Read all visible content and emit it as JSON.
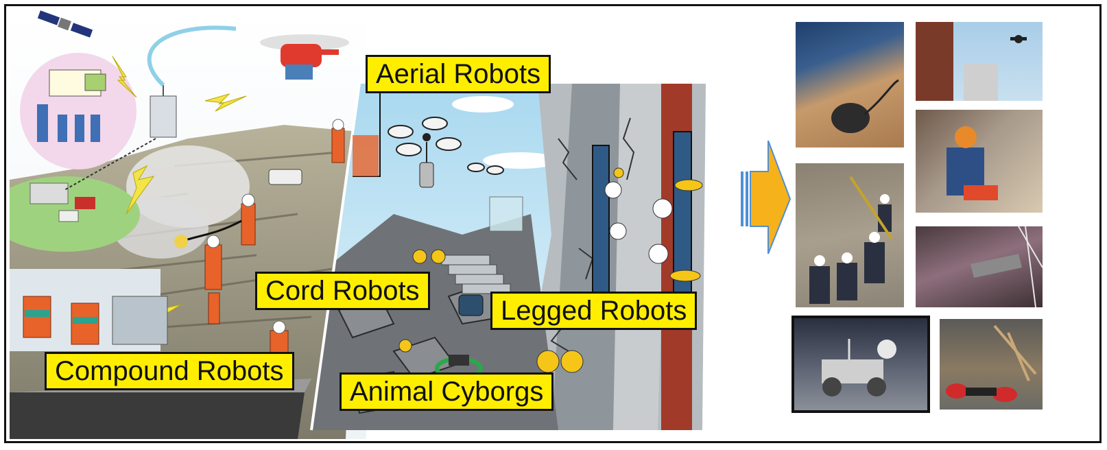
{
  "labels": {
    "aerial": "Aerial Robots",
    "cord": "Cord Robots",
    "legged": "Legged Robots",
    "compound": "Compound Robots",
    "animal": "Animal Cyborgs"
  },
  "colors": {
    "label_bg": "#ffee00",
    "arrow": "#f5b21b",
    "worker_orange": "#e8632a",
    "sky": "#cfe8f6"
  },
  "icons": {
    "satellite": "satellite-icon",
    "helicopter": "helicopter-icon",
    "control_building": "building-icon",
    "drone": "drone-icon",
    "arrow": "right-arrow-icon"
  }
}
